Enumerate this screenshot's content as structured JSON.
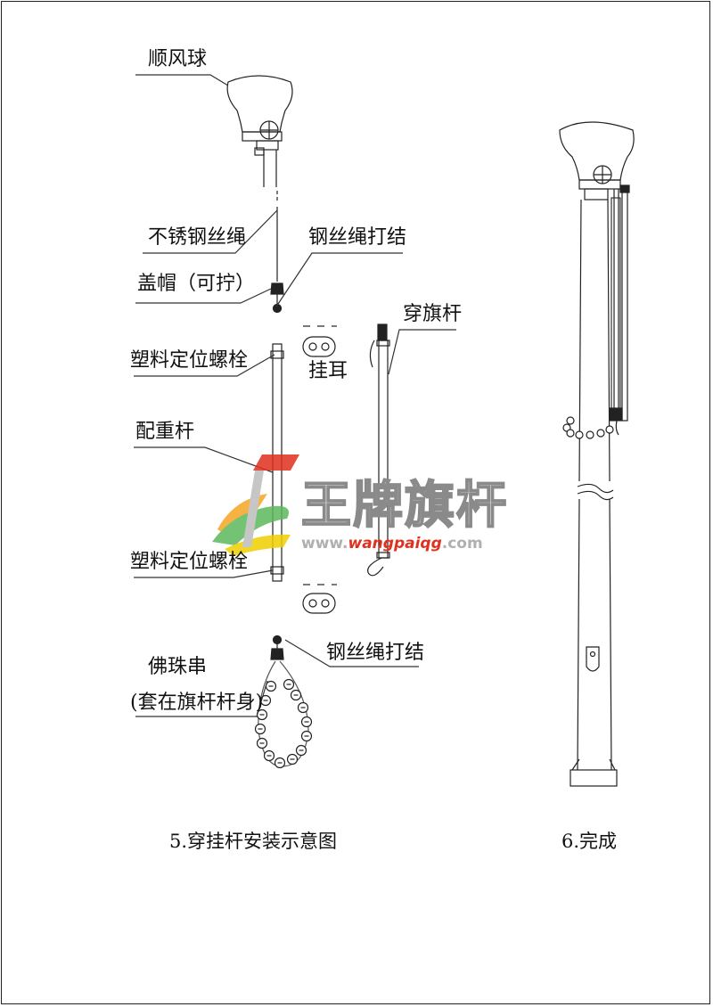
{
  "labels": {
    "ball": "顺风球",
    "wire_rope": "不锈钢丝绳",
    "knot_top": "钢丝绳打结",
    "cap": "盖帽（可拧）",
    "pass_pole": "穿旗杆",
    "bolt_top": "塑料定位螺栓",
    "ear": "挂耳",
    "weight_rod": "配重杆",
    "bolt_bottom": "塑料定位螺栓",
    "knot_bottom": "钢丝绳打结",
    "bead_string": "佛珠串",
    "bead_note": "(套在旗杆杆身)"
  },
  "captions": {
    "step5": "5.穿挂杆安装示意图",
    "step6": "6.完成"
  },
  "watermark": {
    "brand": "王牌旗杆",
    "url_pre": "www.",
    "url_mid": "wangpaiqg",
    "url_post": ".com",
    "colors": {
      "red": "#e0301e",
      "orange": "#f5a623",
      "green": "#5cb85c",
      "yellow": "#f0d000"
    }
  }
}
